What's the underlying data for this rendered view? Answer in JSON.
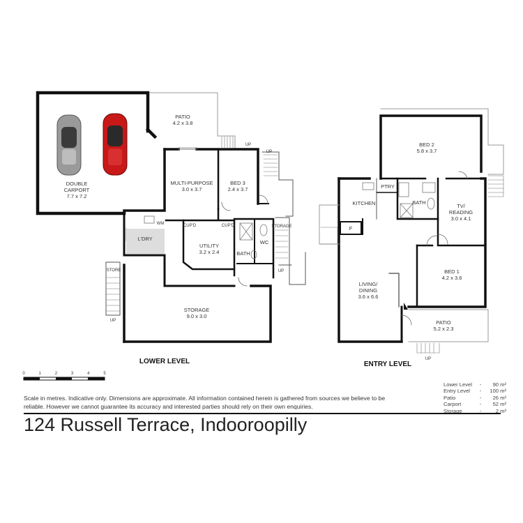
{
  "lower_level": {
    "title": "LOWER LEVEL",
    "rooms": [
      {
        "id": "patio",
        "name": "PATIO",
        "dims": "4.2 x 3.8"
      },
      {
        "id": "carport",
        "name": "DOUBLE\nCARPORT",
        "dims": "7.7 x 7.2"
      },
      {
        "id": "multi",
        "name": "MULTI-PURPOSE",
        "dims": "3.0 x 3.7"
      },
      {
        "id": "bed3",
        "name": "BED 3",
        "dims": "2.4 x 3.7"
      },
      {
        "id": "utility",
        "name": "UTILITY",
        "dims": "3.2 x 2.4"
      },
      {
        "id": "storage",
        "name": "STORAGE",
        "dims": "9.0 x 3.0"
      }
    ],
    "labels": {
      "ldry": "L'DRY",
      "wm": "WM",
      "cupd1": "CUP'D",
      "cupd2": "CUP'D",
      "bath": "BATH",
      "wc": "WC",
      "storage_small": "STORAGE",
      "store": "STORE",
      "up1": "UP",
      "up2": "UP",
      "up3": "UP",
      "up4": "UP"
    }
  },
  "entry_level": {
    "title": "ENTRY LEVEL",
    "rooms": [
      {
        "id": "bed2",
        "name": "BED 2",
        "dims": "5.8 x 3.7"
      },
      {
        "id": "tv",
        "name": "TV/\nREADING",
        "dims": "3.0 x 4.1"
      },
      {
        "id": "bed1",
        "name": "BED 1",
        "dims": "4.2 x 3.6"
      },
      {
        "id": "living",
        "name": "LIVING/\nDINING",
        "dims": "3.6 x 6.6"
      },
      {
        "id": "patio2",
        "name": "PATIO",
        "dims": "5.2 x 2.3"
      }
    ],
    "labels": {
      "kitchen": "KITCHEN",
      "ptry": "PTRY",
      "bath": "BATH",
      "fireplace": "F",
      "up": "UP"
    }
  },
  "scale": {
    "ticks": [
      "0",
      "1",
      "2",
      "3",
      "4",
      "5"
    ],
    "label": "Scale in metres."
  },
  "disclaimer": "Scale in metres. Indicative only. Dimensions are approximate.  All information contained herein is gathered from sources we believe to be reliable. However we cannot guarantee its accuracy and interested parties should rely on their own enquiries.",
  "areas": [
    {
      "name": "Lower Level",
      "value": "90 m²"
    },
    {
      "name": "Entry Level",
      "value": "100 m²"
    },
    {
      "name": "Patio",
      "value": "26 m²"
    },
    {
      "name": "Carport",
      "value": "52 m²"
    },
    {
      "name": "Storage",
      "value": "2 m²"
    }
  ],
  "address": "124 Russell Terrace, Indooroopilly"
}
